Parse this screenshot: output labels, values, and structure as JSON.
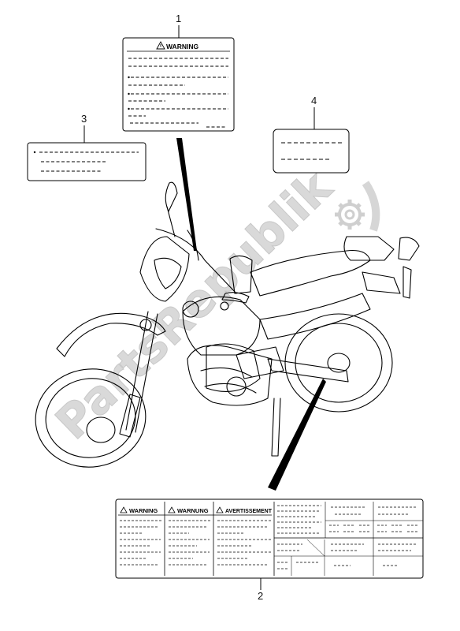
{
  "watermark": {
    "text": "PartsRepublik",
    "icon": "gear-icon"
  },
  "callouts": [
    {
      "number": "1"
    },
    {
      "number": "2"
    },
    {
      "number": "3"
    },
    {
      "number": "4"
    }
  ],
  "label_1": {
    "heading": "WARNING",
    "icon": "warning-triangle-icon"
  },
  "label_2": {
    "panels": [
      {
        "heading": "WARNING"
      },
      {
        "heading": "WARNUNG"
      },
      {
        "heading": "AVERTISSEMENT"
      }
    ]
  }
}
